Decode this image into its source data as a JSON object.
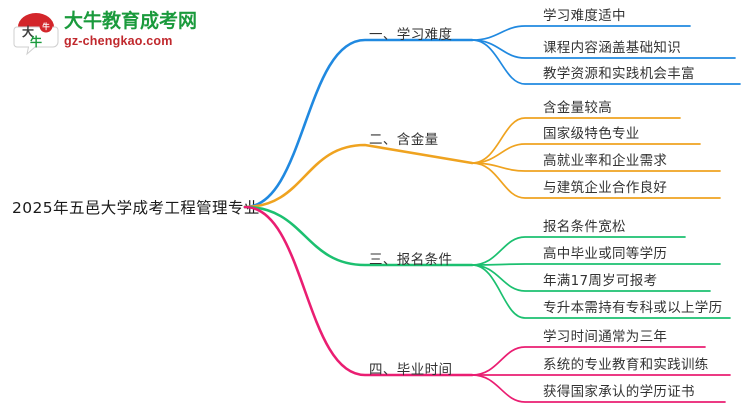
{
  "logo": {
    "name_cn": "大牛教育成考网",
    "domain": "gz-chengkao.com",
    "mark_text": "大牛",
    "colors": {
      "cn": "#1a9a3c",
      "domain": "#c0282d",
      "mark_top": "#d3262b"
    }
  },
  "mindmap": {
    "root": "2025年五邑大学成考工程管理专业",
    "branches": [
      {
        "label": "一、学习难度",
        "color": "#2089e0",
        "items": [
          "学习难度适中",
          "课程内容涵盖基础知识",
          "教学资源和实践机会丰富"
        ]
      },
      {
        "label": "二、含金量",
        "color": "#efa320",
        "items": [
          "含金量较高",
          "国家级特色专业",
          "高就业率和企业需求",
          "与建筑企业合作良好"
        ]
      },
      {
        "label": "三、报名条件",
        "color": "#1cc070",
        "items": [
          "报名条件宽松",
          "高中毕业或同等学历",
          "年满17周岁可报考",
          "专升本需持有专科或以上学历"
        ]
      },
      {
        "label": "四、毕业时间",
        "color": "#ea1e72",
        "items": [
          "学习时间通常为三年",
          "系统的专业教育和实践训练",
          "获得国家承认的学历证书"
        ]
      }
    ]
  }
}
